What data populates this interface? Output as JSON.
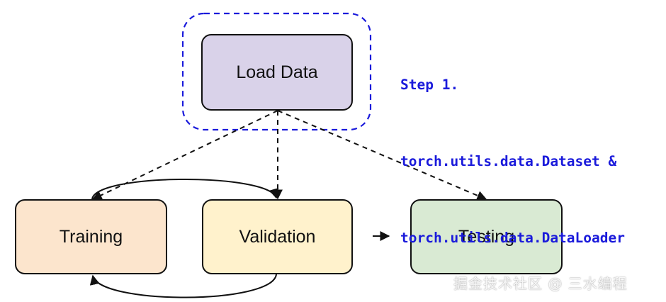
{
  "diagram": {
    "nodes": {
      "load_data": {
        "label": "Load Data",
        "fill": "#d9d2e9"
      },
      "training": {
        "label": "Training",
        "fill": "#fce5cd"
      },
      "validation": {
        "label": "Validation",
        "fill": "#fff2cc"
      },
      "testing": {
        "label": "Testing",
        "fill": "#d9ead3"
      }
    },
    "step_note": {
      "line1": "Step 1.",
      "line2": "torch.utils.data.Dataset &",
      "line3": "torch.utils.data.DataLoader",
      "color": "#1a1adb"
    },
    "highlight_border_color": "#1a1adb",
    "edges": [
      {
        "from": "Load Data",
        "to": "Training",
        "style": "dashed"
      },
      {
        "from": "Load Data",
        "to": "Validation",
        "style": "dashed"
      },
      {
        "from": "Load Data",
        "to": "Testing",
        "style": "dashed"
      },
      {
        "from": "Training",
        "to": "Validation",
        "style": "solid"
      },
      {
        "from": "Validation",
        "to": "Training",
        "style": "solid"
      },
      {
        "from": "Validation",
        "to": "Testing",
        "style": "solid"
      }
    ]
  },
  "watermark": "掘金技术社区 @ 三水编程"
}
